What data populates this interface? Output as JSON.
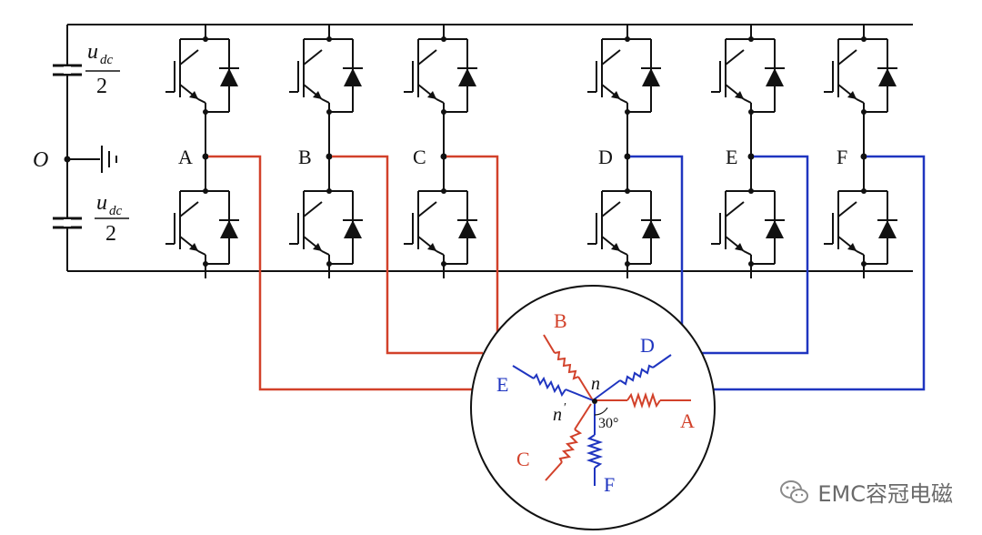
{
  "dc_link": {
    "cap_top_numer": "u",
    "cap_top_sub": "dc",
    "cap_top_denom": "2",
    "cap_bottom_numer": "u",
    "cap_bottom_sub": "dc",
    "cap_bottom_denom": "2",
    "midpoint_label": "O"
  },
  "legs": [
    "A",
    "B",
    "C",
    "D",
    "E",
    "F"
  ],
  "motor": {
    "winding_labels": {
      "B": "B",
      "D": "D",
      "E": "E",
      "A": "A",
      "C": "C",
      "F": "F"
    },
    "neutral_1": "n",
    "neutral_2": "n",
    "prime": "′",
    "angle_label": "30°"
  },
  "colors": {
    "set1": "#d2412a",
    "set2": "#1f35c0",
    "circuit": "#111111"
  },
  "watermark": {
    "text": "EMC容冠电磁",
    "icon": "wechat-icon"
  }
}
